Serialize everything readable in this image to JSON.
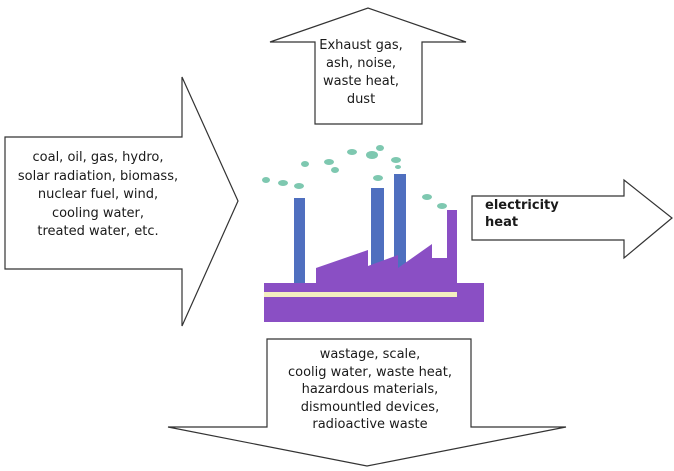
{
  "diagram": {
    "inputs": {
      "lines": [
        "coal, oil, gas, hydro,",
        "solar radiation, biomass,",
        "nuclear fuel,  wind,",
        "cooling water,",
        "treated water, etc."
      ]
    },
    "exhaust": {
      "lines": [
        "Exhaust gas,",
        "ash, noise,",
        "waste heat,",
        "dust"
      ]
    },
    "outputs": {
      "lines": [
        "electricity",
        "heat"
      ]
    },
    "waste": {
      "lines": [
        "wastage, scale,",
        "coolig water, waste heat,",
        "hazardous materials,",
        "dismountled  devices,",
        "radioactive waste"
      ]
    },
    "colors": {
      "factory": "#8a4fc4",
      "chimney": "#4f6fbf",
      "stripe": "#f3eec0",
      "smoke": "#7ec8b0",
      "arrow_stroke": "#333333"
    },
    "icon": "power-plant-icon"
  }
}
